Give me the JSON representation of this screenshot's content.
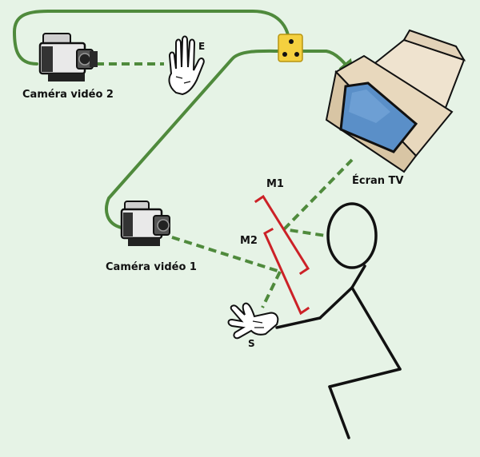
{
  "labels": {
    "camera2": "Caméra vidéo 2",
    "camera1": "Caméra vidéo 1",
    "screen": "Écran TV",
    "mirror1": "M1",
    "mirror2": "M2",
    "hand_s": "S",
    "hand_e": "E"
  },
  "colors": {
    "background": "#e6f3e6",
    "cable": "#4f8a3c",
    "sightline": "#4f8a3c",
    "mirror": "#cc2127",
    "junction_box": "#f4d03f",
    "tv_screen": "#5a8fc8",
    "tv_body": "#efe3cf",
    "figure": "#111111"
  },
  "icons": [
    "video-camera-icon",
    "hand-icon",
    "monitor-icon",
    "junction-box-icon",
    "stick-figure-icon",
    "arrow-icon"
  ]
}
